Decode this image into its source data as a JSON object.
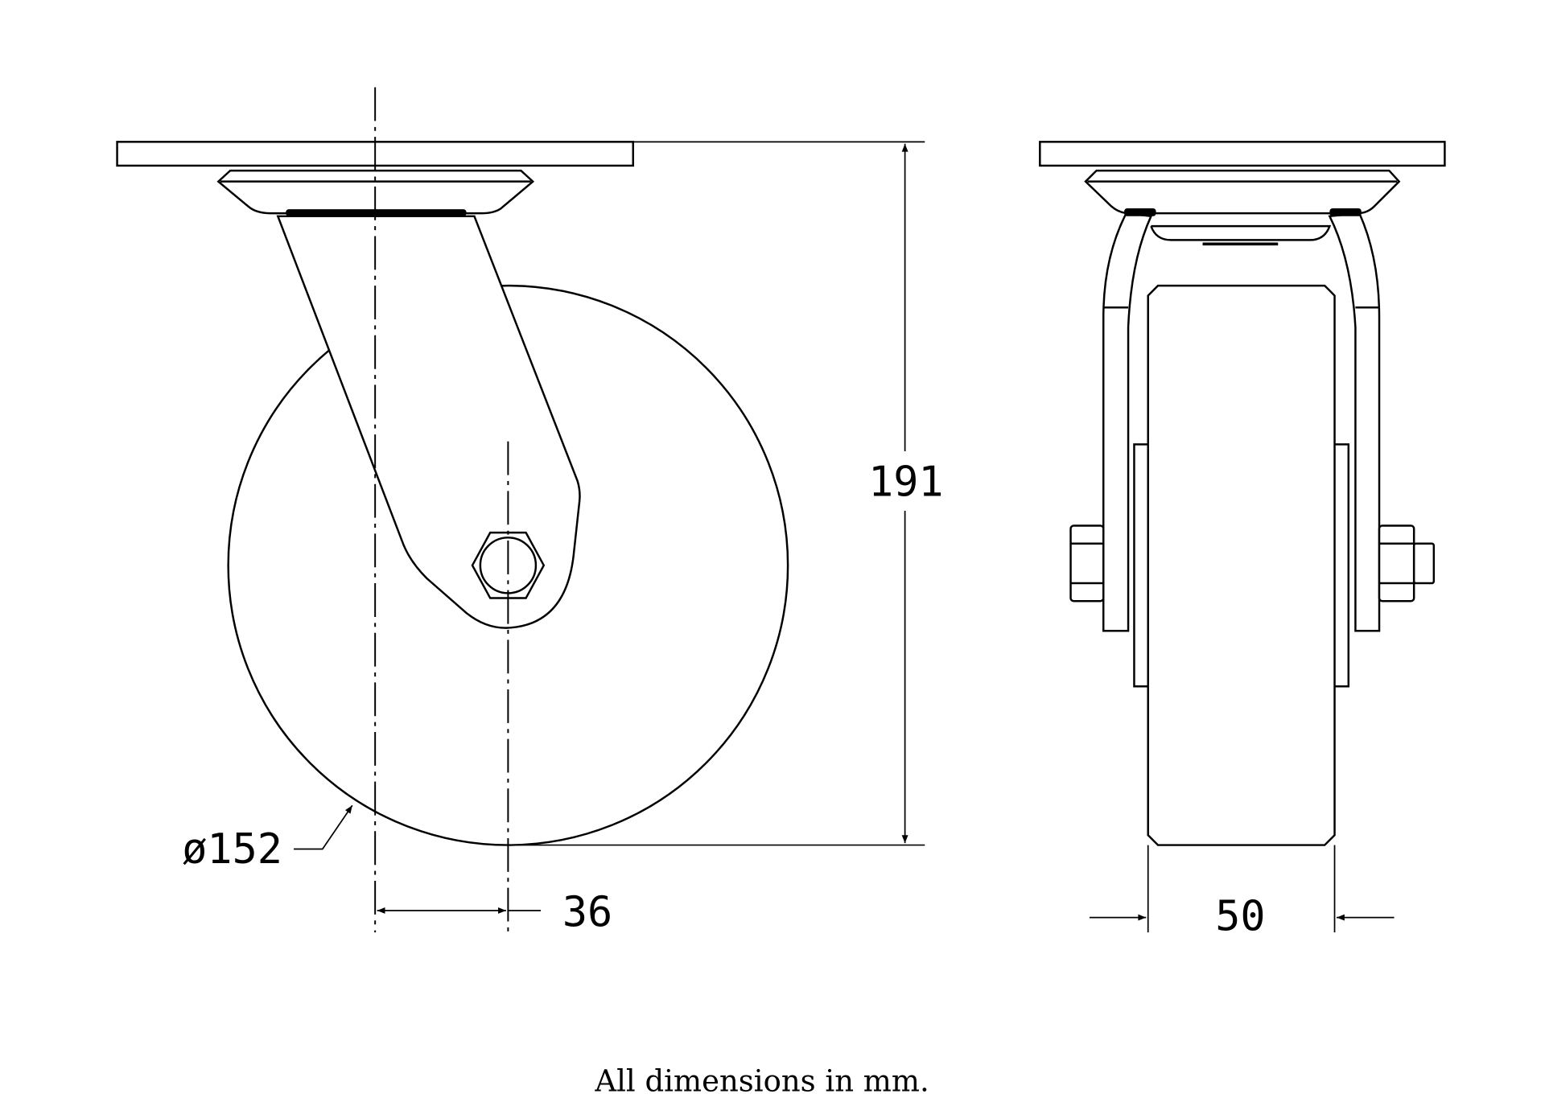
{
  "title": "Swivel caster dimension drawing",
  "dimensions": {
    "height": "191",
    "wheel_diameter": "ø152",
    "offset": "36",
    "wheel_width": "50"
  },
  "footer": "All dimensions in mm."
}
